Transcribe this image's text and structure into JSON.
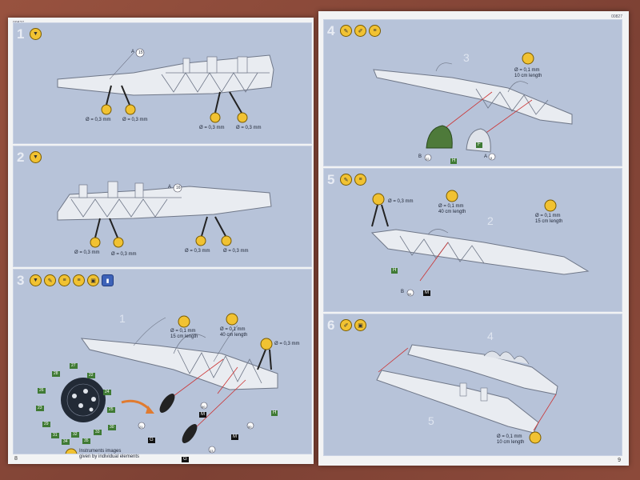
{
  "booklet": {
    "left_page_code": "00827",
    "right_page_code": "00827",
    "left_page_number": "8",
    "right_page_number": "9"
  },
  "steps": [
    {
      "number": "1",
      "part_tag": "A",
      "part_no": "15",
      "drill_labels": [
        "Ø = 0,3 mm",
        "Ø = 0,3 mm",
        "Ø = 0,3 mm",
        "Ø = 0,3 mm"
      ]
    },
    {
      "number": "2",
      "part_tag": "A",
      "part_no": "16",
      "drill_labels": [
        "Ø = 0,3 mm",
        "Ø = 0,3 mm",
        "Ø = 0,3 mm",
        "Ø = 0,3 mm"
      ]
    },
    {
      "number": "3",
      "ghost_label": "1",
      "wire_labels": [
        "Ø = 0,1 mm",
        "15 cm length",
        "Ø = 0,1 mm",
        "40 cm length"
      ],
      "drill_label": "Ø = 0,3 mm",
      "part_refs": [
        "21",
        "23",
        "50",
        "50"
      ],
      "flags": [
        "G",
        "M",
        "H",
        "M",
        "G"
      ],
      "instrument_note": [
        "Instruments images",
        "given by individual elements"
      ],
      "gauge_numbers": [
        "27",
        "28",
        "22",
        "26",
        "24",
        "23",
        "25",
        "29",
        "30",
        "31",
        "32",
        "33",
        "34",
        "35"
      ]
    },
    {
      "number": "4",
      "ghost_label": "3",
      "wire_labels": [
        "Ø = 0,1 mm",
        "10 cm length"
      ],
      "part_refs": [
        "22",
        "5"
      ],
      "part_tags": [
        "B",
        "A"
      ],
      "flags": [
        "H",
        "F"
      ]
    },
    {
      "number": "5",
      "ghost_label": "2",
      "wire_labels": [
        "Ø = 0,1 mm",
        "40 cm length",
        "Ø = 0,1 mm",
        "15 cm length"
      ],
      "drill_label": "Ø = 0,3 mm",
      "part_refs": [
        "54"
      ],
      "part_tags": [
        "B"
      ],
      "flags": [
        "H",
        "M"
      ]
    },
    {
      "number": "6",
      "ghost_labels": [
        "4",
        "5"
      ],
      "wire_labels": [
        "Ø = 0,1 mm",
        "10 cm length"
      ]
    }
  ],
  "colors": {
    "panel": "#b7c3d9",
    "icon_yellow": "#f1c232",
    "part_green": "#4e7a3a",
    "part_black": "#222222"
  },
  "icons": [
    "drill-icon",
    "glue-icon",
    "paint-icon",
    "decal-icon",
    "wire-icon"
  ]
}
